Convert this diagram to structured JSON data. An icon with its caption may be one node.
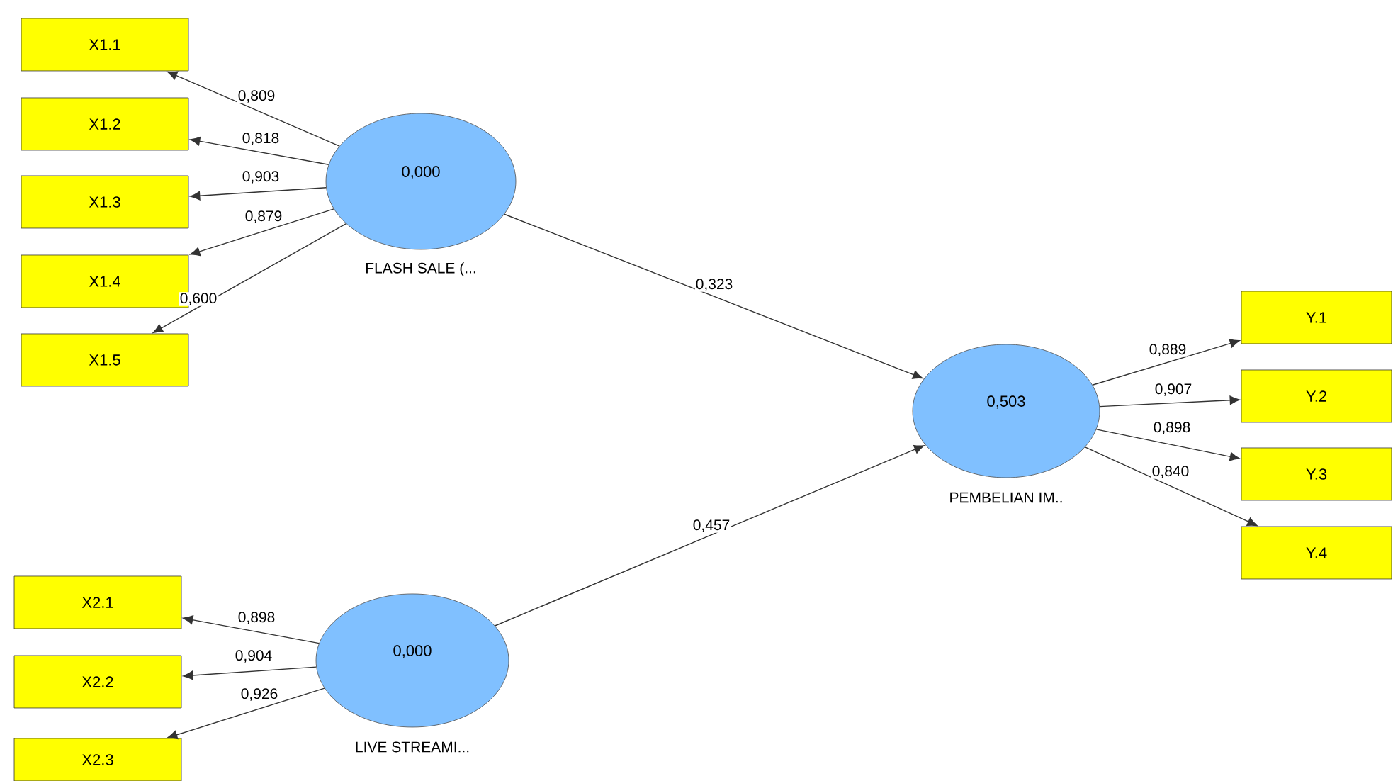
{
  "diagram": {
    "nodes": [
      {
        "text": [
          "0,000"
        ],
        "beside": [
          "FLASH SALE (..."
        ]
      },
      {
        "text": [
          "X1.1"
        ]
      },
      {
        "text": [
          "X1.2"
        ]
      },
      {
        "text": [
          "X1.3"
        ]
      },
      {
        "text": [
          "X1.4"
        ]
      },
      {
        "text": [
          "X1.5"
        ]
      },
      {
        "text": [
          "0,000"
        ],
        "beside": [
          "LIVE STREAMI..."
        ]
      },
      {
        "text": [
          "X2.1"
        ]
      },
      {
        "text": [
          "X2.2"
        ]
      },
      {
        "text": [
          "X2.3"
        ]
      },
      {
        "text": [
          "0,503"
        ],
        "beside": [
          "PEMBELIAN IM.."
        ]
      },
      {
        "text": [
          "Y.1"
        ]
      },
      {
        "text": [
          "Y.2"
        ]
      },
      {
        "text": [
          "Y.3"
        ]
      },
      {
        "text": [
          "Y.4"
        ]
      }
    ],
    "edges": [
      {
        "from": 0,
        "to": 1,
        "arrow": "to",
        "label": "0,809"
      },
      {
        "from": 0,
        "to": 2,
        "arrow": "to",
        "label": "0,818"
      },
      {
        "from": 0,
        "to": 3,
        "arrow": "to",
        "label": "0,903"
      },
      {
        "from": 0,
        "to": 4,
        "arrow": "to",
        "label": "0,879"
      },
      {
        "from": 0,
        "to": 5,
        "arrow": "to",
        "label": "0,600"
      },
      {
        "from": 0,
        "to": 10,
        "arrow": "to",
        "label": "0,323"
      },
      {
        "from": 6,
        "to": 10,
        "arrow": "to",
        "label": "0,457"
      },
      {
        "from": 6,
        "to": 7,
        "arrow": "to",
        "label": "0,898"
      },
      {
        "from": 6,
        "to": 8,
        "arrow": "to",
        "label": "0,904"
      },
      {
        "from": 6,
        "to": 9,
        "arrow": "to",
        "label": "0,926"
      },
      {
        "from": 10,
        "to": 11,
        "arrow": "to",
        "label": "0,889"
      },
      {
        "from": 10,
        "to": 12,
        "arrow": "to",
        "label": "0,907"
      },
      {
        "from": 10,
        "to": 13,
        "arrow": "to",
        "label": "0,898"
      },
      {
        "from": 10,
        "to": 14,
        "arrow": "to",
        "label": "0,840"
      }
    ]
  }
}
